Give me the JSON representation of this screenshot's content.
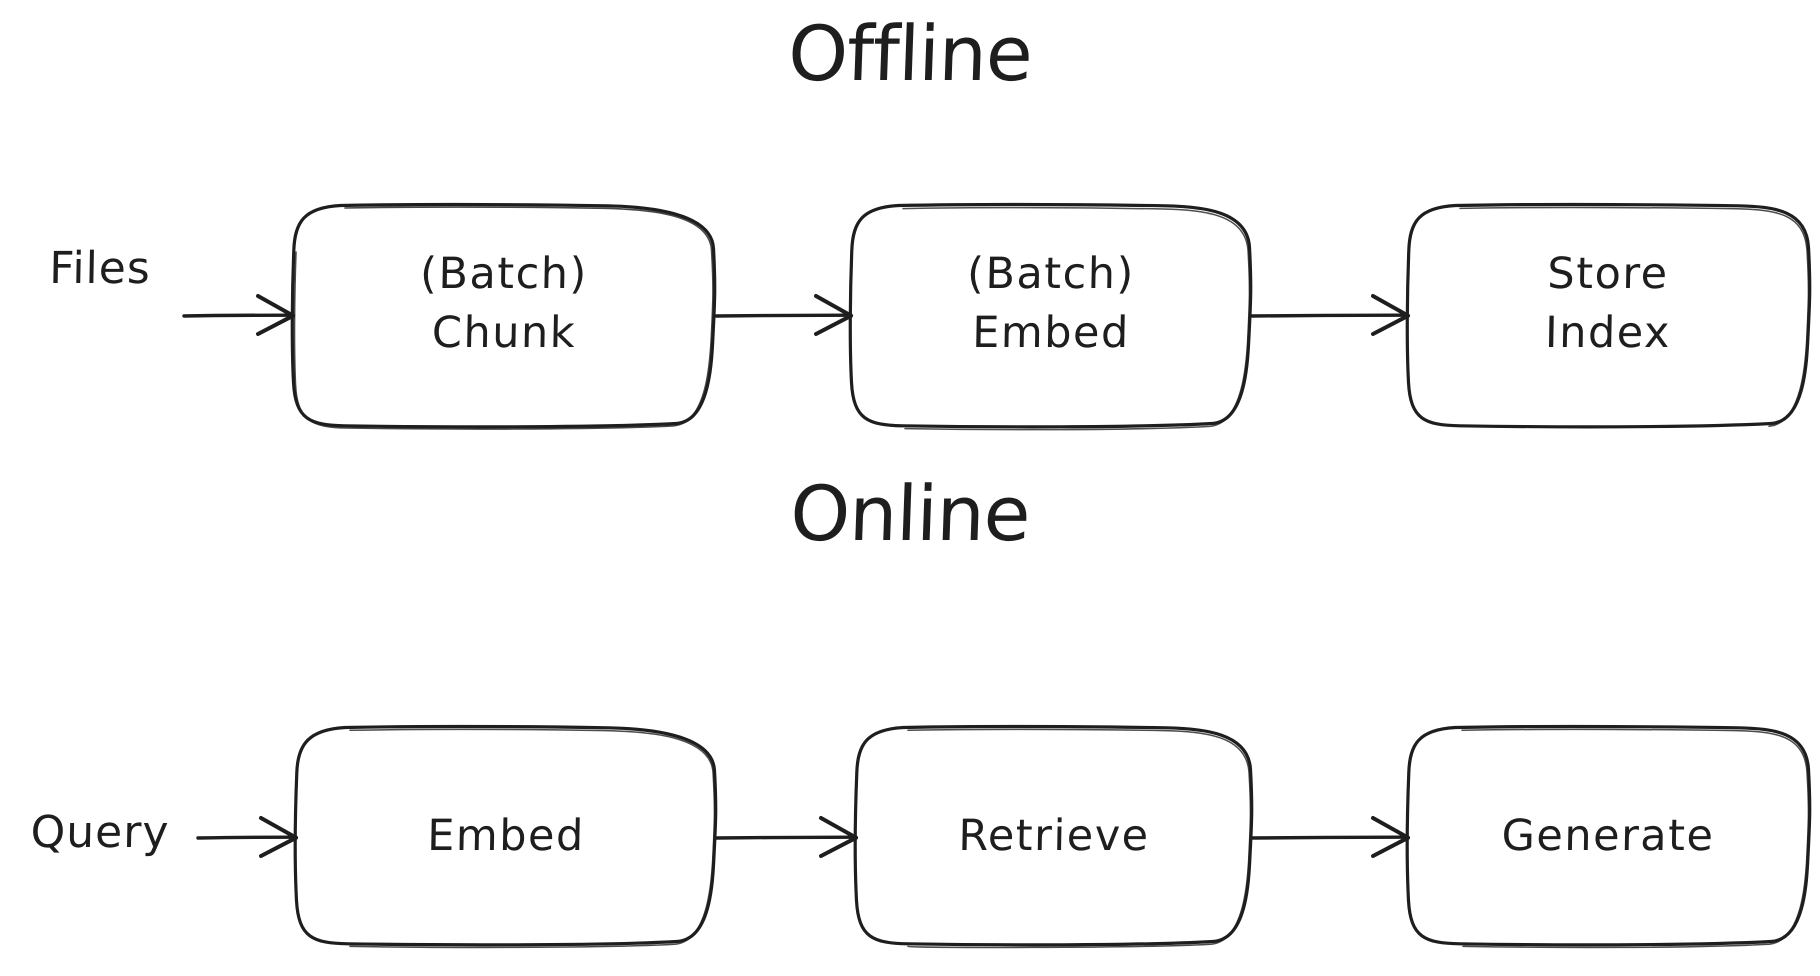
{
  "diagram": {
    "style": "hand-drawn-excalidraw",
    "background_color": "#ffffff",
    "stroke_color": "#1e1e1e",
    "text_color": "#1e1e1e",
    "sections": [
      {
        "id": "offline",
        "title": "Offline",
        "input_label": "Files",
        "nodes": [
          {
            "id": "batch-chunk",
            "line1": "(Batch)",
            "line2": "Chunk"
          },
          {
            "id": "batch-embed",
            "line1": "(Batch)",
            "line2": "Embed"
          },
          {
            "id": "store-index",
            "line1": "Store",
            "line2": "Index"
          }
        ],
        "edges": [
          {
            "from": "Files",
            "to": "(Batch) Chunk"
          },
          {
            "from": "(Batch) Chunk",
            "to": "(Batch) Embed"
          },
          {
            "from": "(Batch) Embed",
            "to": "Store Index"
          }
        ]
      },
      {
        "id": "online",
        "title": "Online",
        "input_label": "Query",
        "nodes": [
          {
            "id": "embed",
            "line1": "Embed",
            "line2": ""
          },
          {
            "id": "retrieve",
            "line1": "Retrieve",
            "line2": ""
          },
          {
            "id": "generate",
            "line1": "Generate",
            "line2": ""
          }
        ],
        "edges": [
          {
            "from": "Query",
            "to": "Embed"
          },
          {
            "from": "Embed",
            "to": "Retrieve"
          },
          {
            "from": "Retrieve",
            "to": "Generate"
          }
        ]
      }
    ]
  }
}
